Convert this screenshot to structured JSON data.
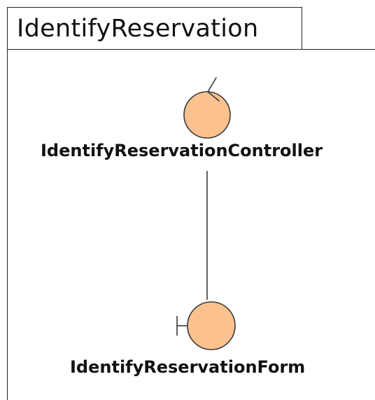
{
  "diagram": {
    "frame_title": "IdentifyReservation",
    "elements": [
      {
        "kind": "control",
        "label": "IdentifyReservationController"
      },
      {
        "kind": "boundary",
        "label": "IdentifyReservationForm"
      }
    ],
    "links": [
      {
        "from": "IdentifyReservationController",
        "to": "IdentifyReservationForm"
      }
    ],
    "colors": {
      "element_fill": "#FBC290",
      "stroke": "#3a3a3a",
      "frame": "#222222"
    }
  }
}
